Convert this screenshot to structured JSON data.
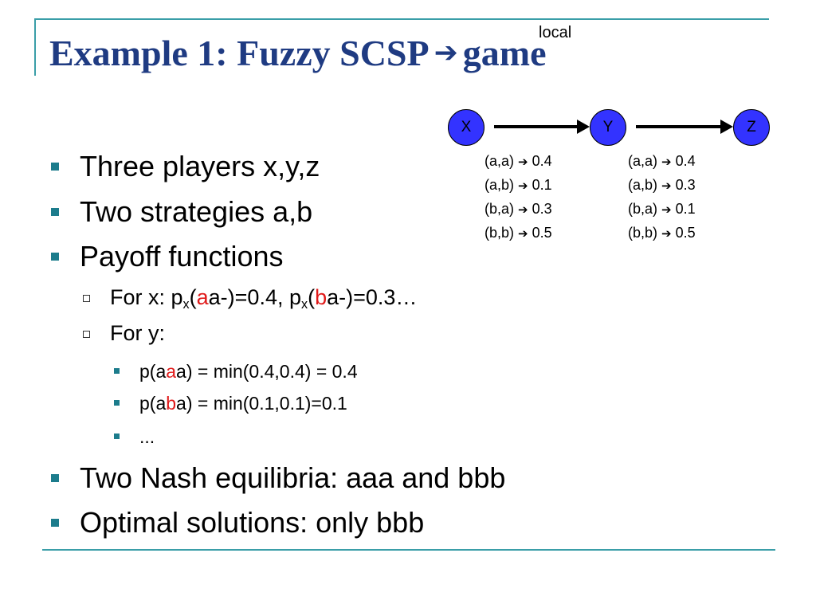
{
  "slide": {
    "title_left": "Example 1: Fuzzy SCSP",
    "title_right": "game",
    "local_label": "local"
  },
  "bullets": [
    {
      "text": "Three players x,y,z"
    },
    {
      "text": "Two strategies a,b"
    },
    {
      "text": "Payoff functions"
    },
    {
      "text": "Two Nash equilibria: aaa and bbb"
    },
    {
      "text": "Optimal solutions: only bbb"
    }
  ],
  "sub_bullets": {
    "for_x": {
      "prefix": "For x: p",
      "sub1": "x",
      "paren1": "(",
      "red1": "a",
      "rest1": "a-)=0.4, p",
      "sub2": "x",
      "paren2": "(",
      "red2": "b",
      "rest2": "a-)=0.3…"
    },
    "for_y": {
      "text": "For y:"
    }
  },
  "sub_sub_bullets": [
    {
      "pre": "p(a",
      "red": "a",
      "post": "a) = min(0.4,0.4) = 0.4"
    },
    {
      "pre": "p(a",
      "red": "b",
      "post": "a) = min(0.1,0.1)=0.1"
    },
    {
      "text": "..."
    }
  ],
  "graph": {
    "nodes": [
      "X",
      "Y",
      "Z"
    ],
    "table_xy": [
      {
        "pair": "(a,a)",
        "value": "0.4"
      },
      {
        "pair": "(a,b)",
        "value": "0.1"
      },
      {
        "pair": "(b,a)",
        "value": "0.3"
      },
      {
        "pair": "(b,b)",
        "value": "0.5"
      }
    ],
    "table_yz": [
      {
        "pair": "(a,a)",
        "value": "0.4"
      },
      {
        "pair": "(a,b)",
        "value": "0.3"
      },
      {
        "pair": "(b,a)",
        "value": "0.1"
      },
      {
        "pair": "(b,b)",
        "value": "0.5"
      }
    ]
  },
  "colors": {
    "title": "#1f3b82",
    "accent": "#3a9ea8",
    "node_fill": "#3333ff",
    "highlight": "#e01a1a"
  },
  "icons": {
    "arrow": "right-arrow-icon",
    "bullet": "square-bullet-icon",
    "sub_bullet": "hollow-square-bullet-icon"
  }
}
